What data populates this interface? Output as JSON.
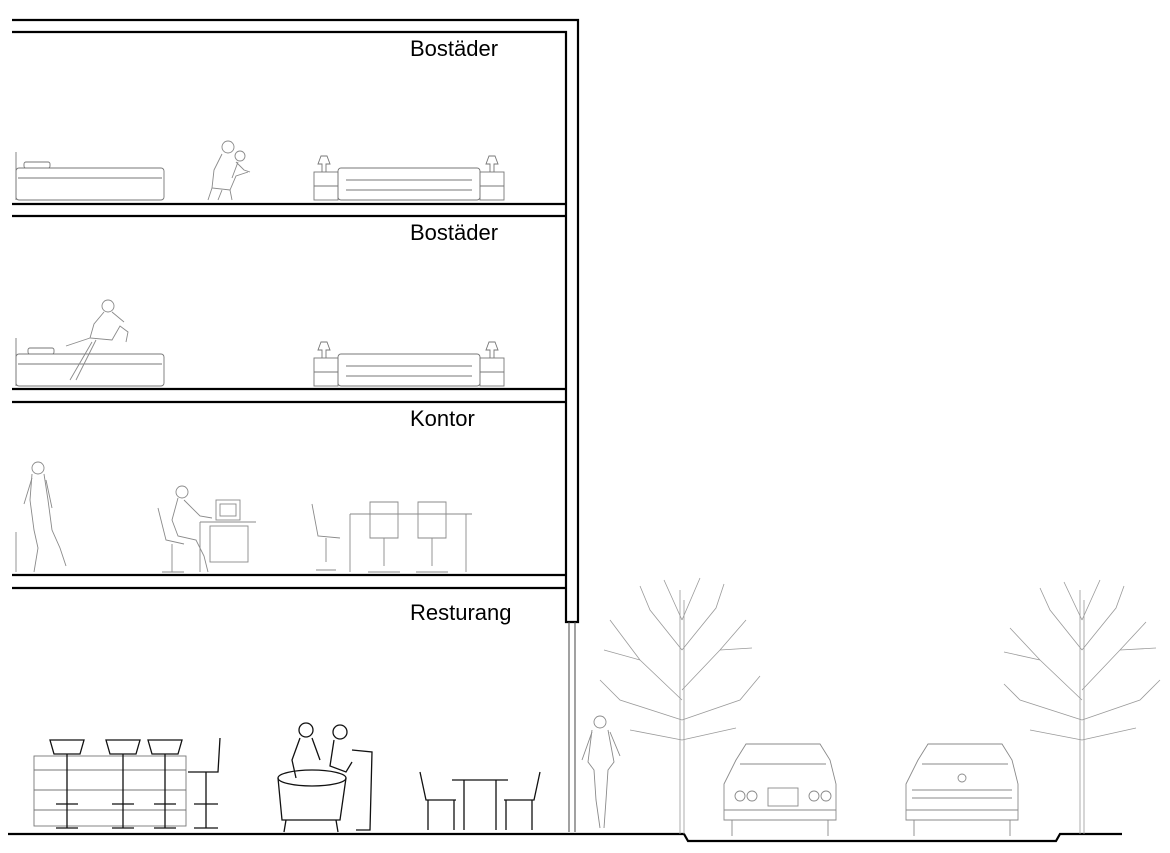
{
  "floors": [
    {
      "id": "floor-4",
      "label": "Bostäder",
      "use": "bedroom-with-parent-and-child"
    },
    {
      "id": "floor-3",
      "label": "Bostäder",
      "use": "bedroom-with-resting-person"
    },
    {
      "id": "floor-2",
      "label": "Kontor",
      "use": "office"
    },
    {
      "id": "floor-1",
      "label": "Resturang",
      "use": "restaurant"
    }
  ],
  "street": {
    "elements": [
      "pedestrian",
      "tree",
      "car",
      "car",
      "tree"
    ]
  }
}
